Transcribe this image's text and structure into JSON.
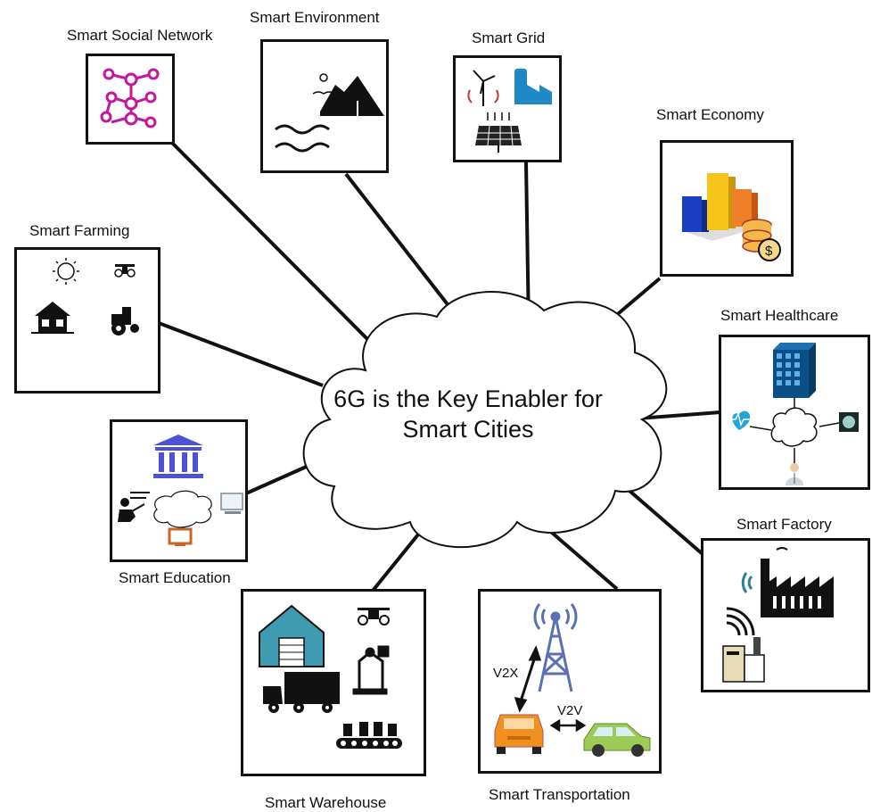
{
  "center": {
    "line1": "6G is the Key Enabler for",
    "line2": "Smart Cities"
  },
  "nodes": {
    "social": "Smart Social Network",
    "environment": "Smart Environment",
    "grid": "Smart Grid",
    "economy": "Smart Economy",
    "farming": "Smart Farming",
    "healthcare": "Smart Healthcare",
    "education": "Smart Education",
    "factory": "Smart Factory",
    "warehouse": "Smart Warehouse",
    "transportation": "Smart Transportation"
  },
  "transport_labels": {
    "v2x": "V2X",
    "v2v": "V2V"
  },
  "colors": {
    "social": "#c2189f",
    "grid_blue": "#1f88c7",
    "bar_yellow": "#f6c31a",
    "bar_blue": "#1b3fc4",
    "bar_orange": "#f07f2a",
    "coin": "#f5b94a",
    "bank": "#4d51d6",
    "warehouse": "#3f9bb0",
    "car_orange": "#f2901f",
    "car_green": "#9ccb58",
    "tower": "#5a6fb4",
    "hospital": "#0b4f86",
    "heart": "#25a6d8"
  }
}
